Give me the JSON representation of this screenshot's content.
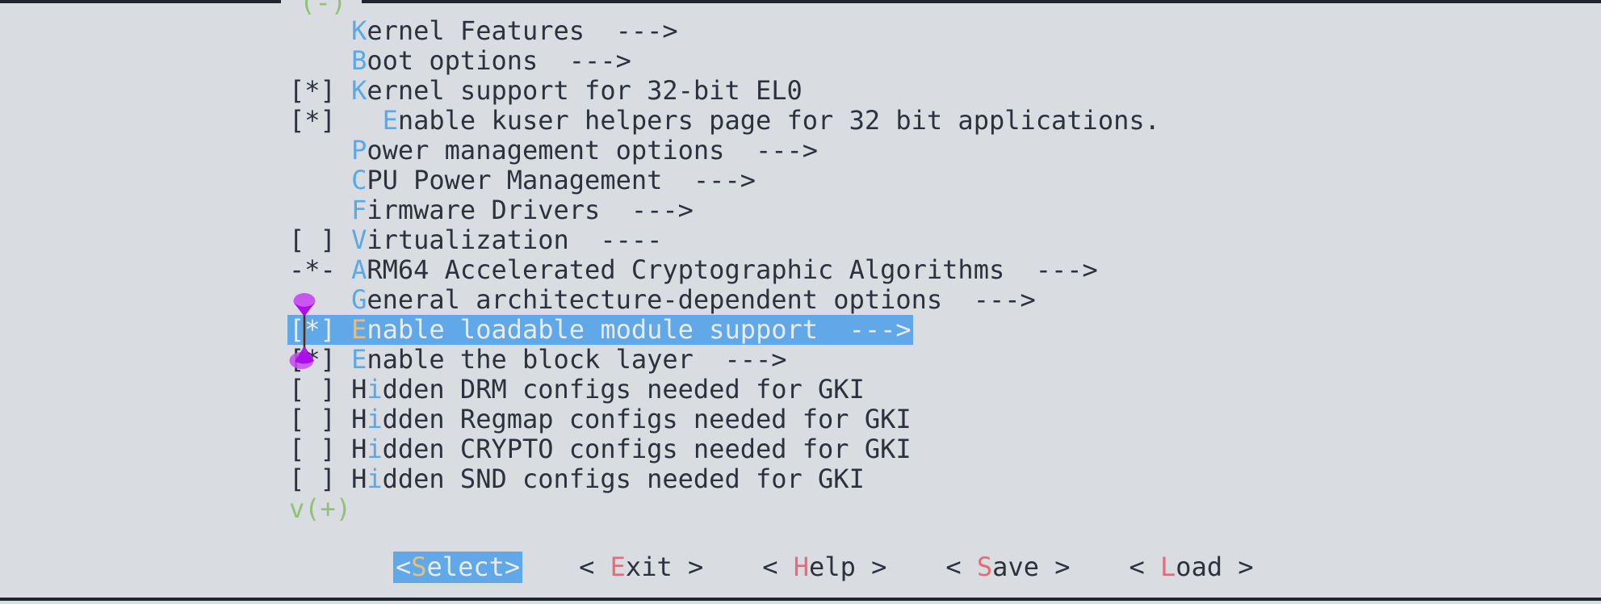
{
  "app": "linux-kernel-menuconfig",
  "colors": {
    "background": "#d9dde2",
    "text": "#2c313c",
    "hotkey_blue": "#5aa7ea",
    "scroll_green": "#8fc177",
    "button_hotkey_red": "#e56b77",
    "highlight_bg": "#61a8e8",
    "highlight_text": "#e9ebec",
    "highlight_hotkey_tan": "#e2bf7f",
    "border": "#21262e",
    "handle_light_purple": "#c84af2",
    "handle_dark_magenta": "#a805e8"
  },
  "menu": {
    "scroll_up": "^(-)",
    "rows": [
      {
        "name": "menu-item-kernel-features",
        "interactable": true,
        "highlighted": false,
        "segments": [
          {
            "text": "    ",
            "cls": "fg"
          },
          {
            "text": "K",
            "cls": "hk"
          },
          {
            "text": "ernel Features  --->",
            "cls": "fg"
          }
        ]
      },
      {
        "name": "menu-item-boot-options",
        "interactable": true,
        "highlighted": false,
        "segments": [
          {
            "text": "    ",
            "cls": "fg"
          },
          {
            "text": "B",
            "cls": "hk"
          },
          {
            "text": "oot options  --->",
            "cls": "fg"
          }
        ]
      },
      {
        "name": "menu-item-kernel-support-32bit-el0",
        "interactable": true,
        "highlighted": false,
        "segments": [
          {
            "text": "[*] ",
            "cls": "fg"
          },
          {
            "text": "K",
            "cls": "hk"
          },
          {
            "text": "ernel support for 32-bit EL0",
            "cls": "fg"
          }
        ]
      },
      {
        "name": "menu-item-enable-kuser-helpers",
        "interactable": true,
        "highlighted": false,
        "segments": [
          {
            "text": "[*]   ",
            "cls": "fg"
          },
          {
            "text": "E",
            "cls": "hk"
          },
          {
            "text": "nable kuser helpers page for 32 bit applications.",
            "cls": "fg"
          }
        ]
      },
      {
        "name": "menu-item-power-management-options",
        "interactable": true,
        "highlighted": false,
        "segments": [
          {
            "text": "    ",
            "cls": "fg"
          },
          {
            "text": "P",
            "cls": "hk"
          },
          {
            "text": "ower management options  --->",
            "cls": "fg"
          }
        ]
      },
      {
        "name": "menu-item-cpu-power-management",
        "interactable": true,
        "highlighted": false,
        "segments": [
          {
            "text": "    ",
            "cls": "fg"
          },
          {
            "text": "C",
            "cls": "hk"
          },
          {
            "text": "PU Power Management  --->",
            "cls": "fg"
          }
        ]
      },
      {
        "name": "menu-item-firmware-drivers",
        "interactable": true,
        "highlighted": false,
        "segments": [
          {
            "text": "    ",
            "cls": "fg"
          },
          {
            "text": "F",
            "cls": "hk"
          },
          {
            "text": "irmware Drivers  --->",
            "cls": "fg"
          }
        ]
      },
      {
        "name": "menu-item-virtualization",
        "interactable": true,
        "highlighted": false,
        "segments": [
          {
            "text": "[ ] ",
            "cls": "fg"
          },
          {
            "text": "V",
            "cls": "hk"
          },
          {
            "text": "irtualization  ----",
            "cls": "fg"
          }
        ]
      },
      {
        "name": "menu-item-arm64-crypto-algorithms",
        "interactable": true,
        "highlighted": false,
        "segments": [
          {
            "text": "-*- ",
            "cls": "fg"
          },
          {
            "text": "A",
            "cls": "hk"
          },
          {
            "text": "RM64 Accelerated Cryptographic Algorithms  --->",
            "cls": "fg"
          }
        ]
      },
      {
        "name": "menu-item-general-arch-options",
        "interactable": true,
        "highlighted": false,
        "segments": [
          {
            "text": "    ",
            "cls": "fg"
          },
          {
            "text": "G",
            "cls": "hk"
          },
          {
            "text": "eneral architecture-dependent options  --->",
            "cls": "fg"
          }
        ]
      },
      {
        "name": "menu-item-enable-loadable-module-support",
        "interactable": true,
        "highlighted": true,
        "segments": [
          {
            "text": "[*] ",
            "cls": "hl-fg"
          },
          {
            "text": "E",
            "cls": "hl-hk"
          },
          {
            "text": "nable loadable module support  --->",
            "cls": "hl-fg"
          }
        ]
      },
      {
        "name": "menu-item-enable-block-layer",
        "interactable": true,
        "highlighted": false,
        "segments": [
          {
            "text": "[*] ",
            "cls": "fg"
          },
          {
            "text": "E",
            "cls": "hk"
          },
          {
            "text": "nable the block layer  --->",
            "cls": "fg"
          }
        ]
      },
      {
        "name": "menu-item-hidden-drm-configs",
        "interactable": true,
        "highlighted": false,
        "segments": [
          {
            "text": "[ ] H",
            "cls": "fg"
          },
          {
            "text": "i",
            "cls": "hk"
          },
          {
            "text": "dden DRM configs needed for GKI",
            "cls": "fg"
          }
        ]
      },
      {
        "name": "menu-item-hidden-regmap-configs",
        "interactable": true,
        "highlighted": false,
        "segments": [
          {
            "text": "[ ] H",
            "cls": "fg"
          },
          {
            "text": "i",
            "cls": "hk"
          },
          {
            "text": "dden Regmap configs needed for GKI",
            "cls": "fg"
          }
        ]
      },
      {
        "name": "menu-item-hidden-crypto-configs",
        "interactable": true,
        "highlighted": false,
        "segments": [
          {
            "text": "[ ] H",
            "cls": "fg"
          },
          {
            "text": "i",
            "cls": "hk"
          },
          {
            "text": "dden CRYPTO configs needed for GKI",
            "cls": "fg"
          }
        ]
      },
      {
        "name": "menu-item-hidden-snd-configs",
        "interactable": true,
        "highlighted": false,
        "segments": [
          {
            "text": "[ ] H",
            "cls": "fg"
          },
          {
            "text": "i",
            "cls": "hk"
          },
          {
            "text": "dden SND configs needed for GKI",
            "cls": "fg"
          }
        ]
      },
      {
        "name": "scroll-down-indicator",
        "interactable": false,
        "highlighted": false,
        "segments": [
          {
            "text": "v(+)",
            "cls": "grn"
          }
        ]
      }
    ]
  },
  "buttons": [
    {
      "name": "select-button",
      "active": true,
      "segments": [
        {
          "text": "<",
          "cls": "hl-fg"
        },
        {
          "text": "S",
          "cls": "hl-hk"
        },
        {
          "text": "elect",
          "cls": "hl-fg"
        },
        {
          "text": ">",
          "cls": "hl-fg"
        }
      ]
    },
    {
      "name": "exit-button",
      "active": false,
      "segments": [
        {
          "text": "< ",
          "cls": "fg"
        },
        {
          "text": "E",
          "cls": "red"
        },
        {
          "text": "xit",
          "cls": "fg"
        },
        {
          "text": " >",
          "cls": "fg"
        }
      ]
    },
    {
      "name": "help-button",
      "active": false,
      "segments": [
        {
          "text": "< ",
          "cls": "fg"
        },
        {
          "text": "H",
          "cls": "red"
        },
        {
          "text": "elp",
          "cls": "fg"
        },
        {
          "text": " >",
          "cls": "fg"
        }
      ]
    },
    {
      "name": "save-button",
      "active": false,
      "segments": [
        {
          "text": "< ",
          "cls": "fg"
        },
        {
          "text": "S",
          "cls": "red"
        },
        {
          "text": "ave",
          "cls": "fg"
        },
        {
          "text": " >",
          "cls": "fg"
        }
      ]
    },
    {
      "name": "load-button",
      "active": false,
      "segments": [
        {
          "text": "< ",
          "cls": "fg"
        },
        {
          "text": "L",
          "cls": "red"
        },
        {
          "text": "oad",
          "cls": "fg"
        },
        {
          "text": " >",
          "cls": "fg"
        }
      ]
    }
  ]
}
